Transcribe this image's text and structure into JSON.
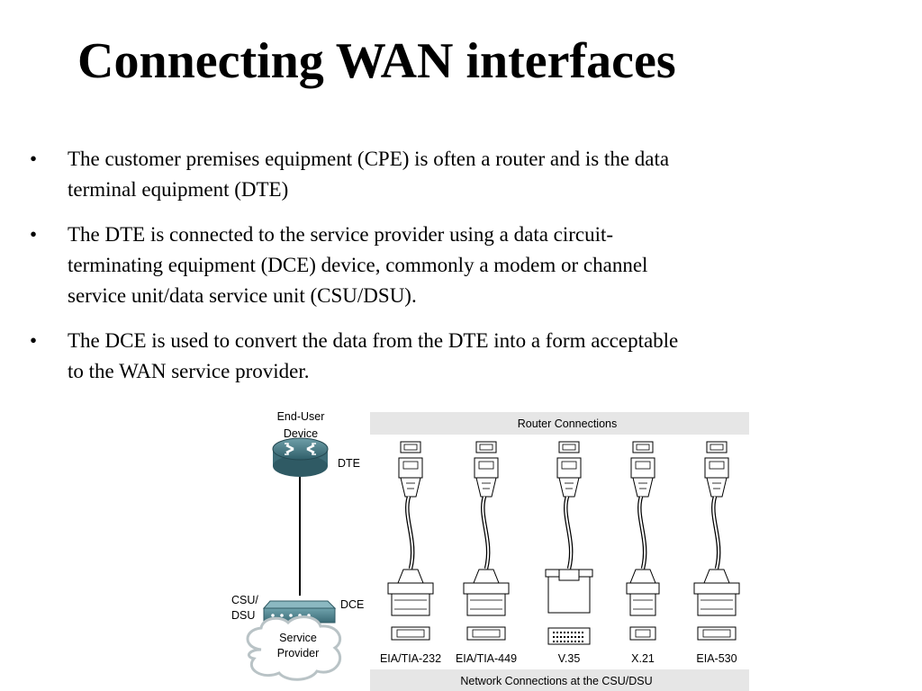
{
  "slide": {
    "title": "Connecting WAN interfaces",
    "bullets": [
      [
        "The customer premises equipment (CPE) is often a router and is the data",
        "terminal equipment (DTE)"
      ],
      [
        "The DTE is connected to the service provider using a data circuit-",
        "terminating equipment (DCE) device, commonly a modem or channel",
        "service unit/data service unit (CSU/DSU)."
      ],
      [
        "The DCE is used to convert the data from the DTE into a form acceptable",
        "to the WAN service provider."
      ]
    ]
  },
  "diagram": {
    "end_user_label": [
      "End-User",
      "Device"
    ],
    "dte_label": "DTE",
    "csu_dsu_label": [
      "CSU/",
      "DSU"
    ],
    "dce_label": "DCE",
    "cloud_label": [
      "Service",
      "Provider"
    ],
    "router_connections_header": "Router Connections",
    "network_connections_footer": "Network Connections at the CSU/DSU",
    "connectors": [
      "EIA/TIA-232",
      "EIA/TIA-449",
      "V.35",
      "X.21",
      "EIA-530"
    ]
  }
}
